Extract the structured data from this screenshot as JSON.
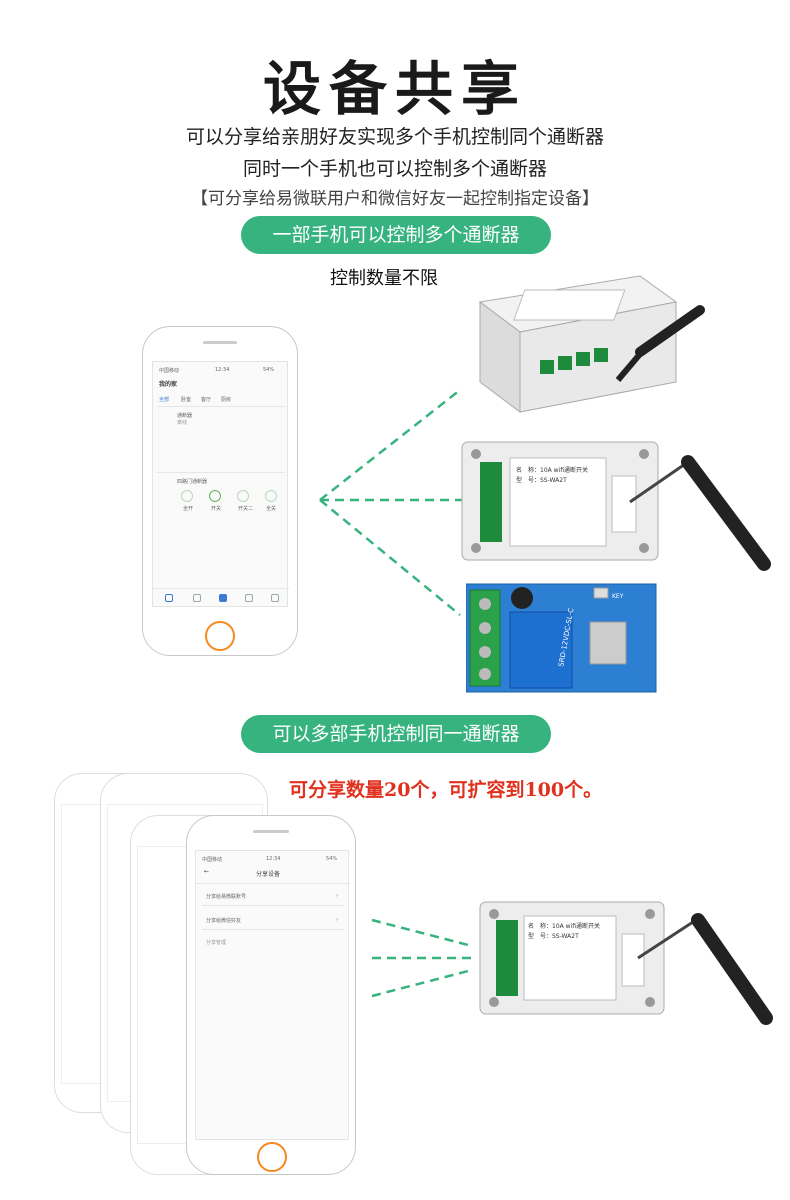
{
  "title": "设备共享",
  "subtitle_1": "可以分享给亲朋好友实现多个手机控制同个通断器",
  "subtitle_2": "同时一个手机也可以控制多个通断器",
  "subtitle_3": "【可分享给易微联用户和微信好友一起控制指定设备】",
  "section_1": {
    "pill": "一部手机可以控制多个通断器",
    "note": "控制数量不限"
  },
  "section_2": {
    "pill": "可以多部手机控制同一通断器",
    "note": "可分享数量20个，可扩容到100个。"
  },
  "phone_1": {
    "status_left": "中国移动",
    "status_time": "12:34",
    "status_right": "54%",
    "header": "我的家",
    "tabs": [
      "全部",
      "卧室",
      "客厅",
      "厨房"
    ],
    "device_1_name": "通断器",
    "device_1_state": "离线",
    "device_2_name": "四路门通断器",
    "buttons": [
      "全开",
      "开关",
      "开关二",
      "全关"
    ]
  },
  "phone_2": {
    "status_left": "中国移动",
    "status_time": "12:34",
    "status_right": "54%",
    "header": "分享设备",
    "row_1": "分享给易微联账号",
    "row_2": "分享给微信好友",
    "row_3": "分享管理"
  },
  "device_labels": {
    "spec_title": "名　称：10A wifi通断开关",
    "model": "型　号：SS-WA2T",
    "relay_text": "SRD-12VDC-SL-C",
    "key_label": "KEY"
  }
}
